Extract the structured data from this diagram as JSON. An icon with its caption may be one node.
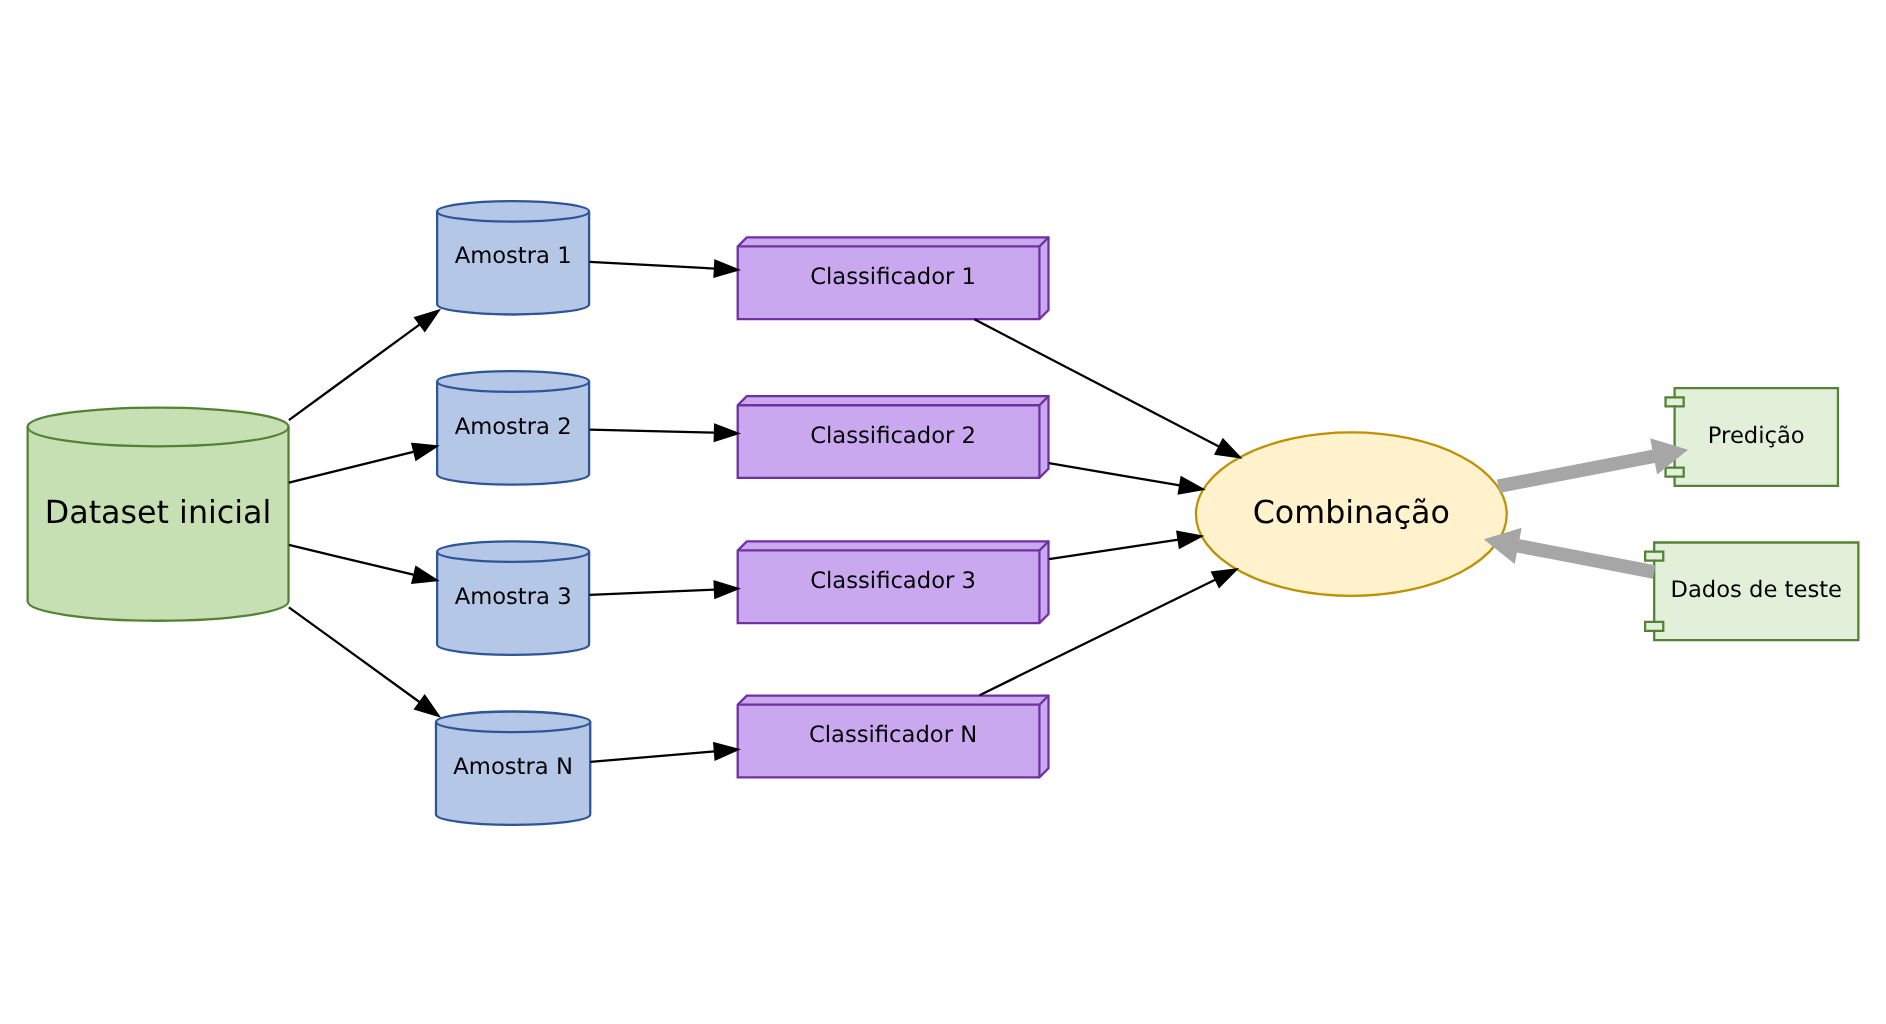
{
  "diagram": {
    "nodes": [
      {
        "text": [
          "Dataset inicial"
        ]
      },
      {
        "text": [
          "Amostra 1"
        ]
      },
      {
        "text": [
          "Amostra 2"
        ]
      },
      {
        "text": [
          "Amostra 3"
        ]
      },
      {
        "text": [
          "Amostra N"
        ]
      },
      {
        "text": [
          "Classificador 1"
        ]
      },
      {
        "text": [
          "Classificador 2"
        ]
      },
      {
        "text": [
          "Classificador 3"
        ]
      },
      {
        "text": [
          "Classificador N"
        ]
      },
      {
        "text": [
          "Combinação"
        ]
      },
      {
        "text": [
          "Dados de teste"
        ]
      },
      {
        "text": [
          "Predição"
        ]
      }
    ],
    "edges": [
      {
        "from": 0,
        "to": 1,
        "arrow": "to"
      },
      {
        "from": 0,
        "to": 2,
        "arrow": "to"
      },
      {
        "from": 0,
        "to": 3,
        "arrow": "to"
      },
      {
        "from": 0,
        "to": 4,
        "arrow": "to"
      },
      {
        "from": 1,
        "to": 5,
        "arrow": "to"
      },
      {
        "from": 2,
        "to": 6,
        "arrow": "to"
      },
      {
        "from": 3,
        "to": 7,
        "arrow": "to"
      },
      {
        "from": 4,
        "to": 8,
        "arrow": "to"
      },
      {
        "from": 5,
        "to": 9,
        "arrow": "to"
      },
      {
        "from": 6,
        "to": 9,
        "arrow": "to"
      },
      {
        "from": 7,
        "to": 9,
        "arrow": "to"
      },
      {
        "from": 8,
        "to": 9,
        "arrow": "to"
      },
      {
        "from": 10,
        "to": 9,
        "arrow": "to",
        "style": "thick",
        "color": "#a6a6a6"
      },
      {
        "from": 9,
        "to": 11,
        "arrow": "to",
        "style": "thick",
        "color": "#a6a6a6"
      }
    ]
  }
}
